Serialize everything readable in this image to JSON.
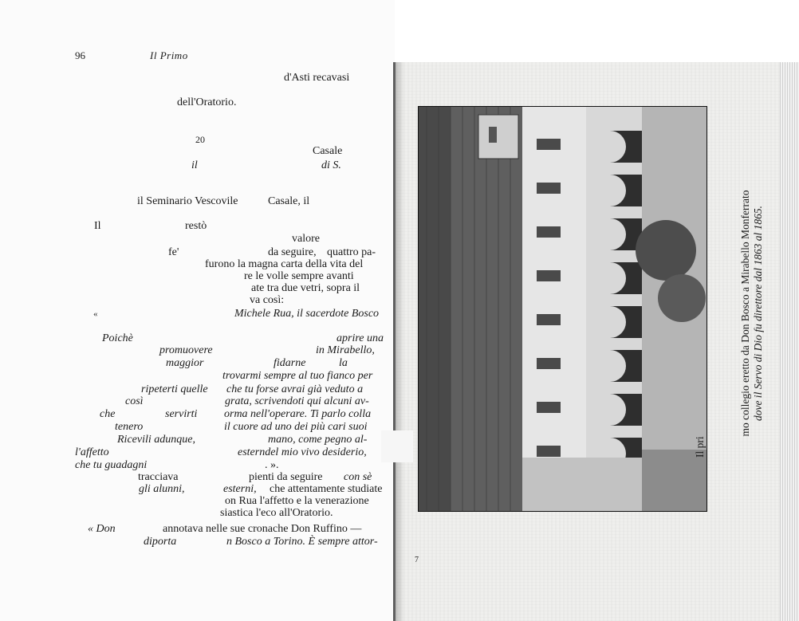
{
  "header": {
    "page_number": "96",
    "running_title": "Il Primo"
  },
  "text_lines": [
    {
      "id": "l1",
      "text": "d'Asti recavasi",
      "italic": false
    },
    {
      "id": "l2",
      "text": "dell'Oratorio.",
      "italic": false
    },
    {
      "id": "l3",
      "text": "20",
      "italic": false
    },
    {
      "id": "l4",
      "text": "Casale",
      "italic": false
    },
    {
      "id": "l5",
      "text": "il",
      "italic": true
    },
    {
      "id": "l6",
      "text": "di S.",
      "italic": true
    },
    {
      "id": "l7",
      "text": "il Seminario Vescovile",
      "italic": false
    },
    {
      "id": "l8",
      "text": "Casale, il",
      "italic": false
    },
    {
      "id": "l9",
      "text": "Il",
      "italic": false
    },
    {
      "id": "l10",
      "text": "restò",
      "italic": false
    },
    {
      "id": "l11",
      "text": "valore",
      "italic": false
    },
    {
      "id": "l12",
      "text": "fe'",
      "italic": false
    },
    {
      "id": "l13",
      "text": "da seguire,",
      "italic": false
    },
    {
      "id": "l14",
      "text": "quattro pa-",
      "italic": false
    },
    {
      "id": "l15",
      "text": "furono la magna carta della vita del",
      "italic": false
    },
    {
      "id": "l16",
      "text": "re le volle sempre avanti",
      "italic": false
    },
    {
      "id": "l17",
      "text": "ate tra due vetri, sopra il",
      "italic": false
    },
    {
      "id": "l18",
      "text": "va così:",
      "italic": false
    },
    {
      "id": "l19",
      "text": "«",
      "italic": false
    },
    {
      "id": "l20",
      "text": "Michele Rua, il sacerdote Bosco",
      "italic": true
    },
    {
      "id": "l21",
      "text": "Poichè",
      "italic": true
    },
    {
      "id": "l22",
      "text": "aprire una",
      "italic": true
    },
    {
      "id": "l23",
      "text": "promuovere",
      "italic": true
    },
    {
      "id": "l24",
      "text": "in Mirabello,",
      "italic": true
    },
    {
      "id": "l25",
      "text": "maggior",
      "italic": true
    },
    {
      "id": "l26",
      "text": "fidarne",
      "italic": true
    },
    {
      "id": "l27",
      "text": "la",
      "italic": true
    },
    {
      "id": "l28",
      "text": "trovarmi sempre al tuo fianco per",
      "italic": true
    },
    {
      "id": "l29",
      "text": "ripeterti quelle",
      "italic": true
    },
    {
      "id": "l30",
      "text": "che tu forse avrai già veduto a",
      "italic": true
    },
    {
      "id": "l31",
      "text": "così",
      "italic": true
    },
    {
      "id": "l32",
      "text": "grata, scrivendoti qui alcuni av-",
      "italic": true
    },
    {
      "id": "l33",
      "text": "che",
      "italic": true
    },
    {
      "id": "l34",
      "text": "servirti",
      "italic": true
    },
    {
      "id": "l35",
      "text": "orma nell'operare. Ti parlo colla",
      "italic": true
    },
    {
      "id": "l36",
      "text": "tenero",
      "italic": true
    },
    {
      "id": "l37",
      "text": "il cuore ad uno dei più cari suoi",
      "italic": true
    },
    {
      "id": "l38",
      "text": "Ricevili adunque,",
      "italic": true
    },
    {
      "id": "l39",
      "text": "mano, come pegno al-",
      "italic": true
    },
    {
      "id": "l40",
      "text": "l'affetto",
      "italic": true
    },
    {
      "id": "l41",
      "text": "esterndel mio vivo desiderio,",
      "italic": true
    },
    {
      "id": "l42",
      "text": "che tu guadagni",
      "italic": true
    },
    {
      "id": "l43",
      "text": ". ».",
      "italic": false
    },
    {
      "id": "l44",
      "text": "tracciava",
      "italic": false
    },
    {
      "id": "l45",
      "text": "pienti da seguire",
      "italic": false
    },
    {
      "id": "l46",
      "text": "con sè",
      "italic": true
    },
    {
      "id": "l47",
      "text": "gli alunni,",
      "italic": true
    },
    {
      "id": "l48",
      "text": "esterni,",
      "italic": true
    },
    {
      "id": "l49",
      "text": "che attentamente studiate",
      "italic": false
    },
    {
      "id": "l50",
      "text": "on Rua l'affetto e la venerazione",
      "italic": false
    },
    {
      "id": "l51",
      "text": "siastica l'eco all'Oratorio.",
      "italic": false
    },
    {
      "id": "l52",
      "text": "« Don",
      "italic": true
    },
    {
      "id": "l53",
      "text": "annotava nelle sue cronache Don Ruffino —",
      "italic": false
    },
    {
      "id": "l54",
      "text": "diporta",
      "italic": true
    },
    {
      "id": "l55",
      "text": "n Bosco a Torino. È sempre attor-",
      "italic": true
    }
  ],
  "caption": {
    "line1": "mo collegio eretto da Don Bosco a Mirabello Monferrato",
    "line2": "dove il Servo di Dio fu direttore dal 1863 al 1865.",
    "prefix": "Il pri"
  },
  "page_mark": "7"
}
